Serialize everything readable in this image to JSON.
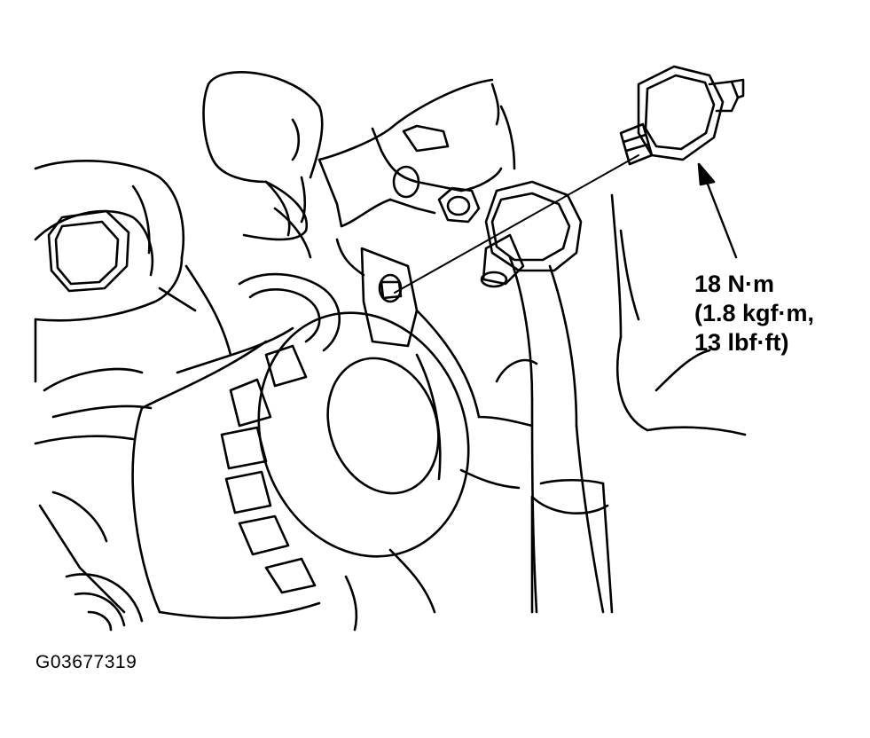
{
  "torque_spec": {
    "line1": "18 N·m",
    "line2": "(1.8 kgf·m,",
    "line3": "13 lbf·ft)"
  },
  "figure_id": "G03677319",
  "colors": {
    "ink": "#000000",
    "background": "#ffffff"
  }
}
